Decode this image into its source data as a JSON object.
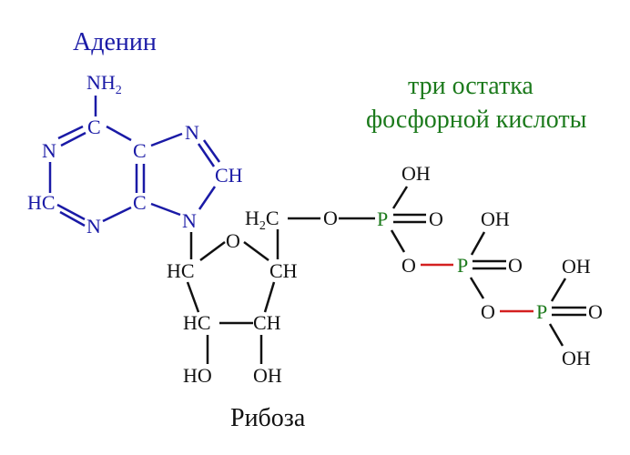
{
  "labels": {
    "adenine": "Аденин",
    "ribose": "Рибоза",
    "phosphate_line1": "три остатка",
    "phosphate_line2": "фосфорной кислоты"
  },
  "colors": {
    "adenine": "#1a1aa6",
    "ribose": "#111111",
    "phosphorus": "#1c7a1c",
    "high_energy_bond": "#d42020"
  },
  "adenine_atoms": {
    "nh2": "NH",
    "nh2_sub": "2",
    "c6": "C",
    "n1": "N",
    "c2": "HC",
    "n3": "N",
    "c4": "C",
    "c5": "C",
    "n7": "N",
    "c8": "CH",
    "n9": "N"
  },
  "ribose_atoms": {
    "h2c": "H",
    "h2c_sub": "2",
    "h2c_c": "C",
    "o_link": "O",
    "ring_o": "O",
    "c1": "HC",
    "c4": "CH",
    "c2": "HC",
    "c3": "CH",
    "oh2": "HO",
    "oh3": "OH"
  },
  "phosphates": [
    {
      "p": "P",
      "oh": "OH",
      "o_double": "O",
      "o_bridge": "O"
    },
    {
      "p": "P",
      "oh": "OH",
      "o_double": "O",
      "o_bridge": "O"
    },
    {
      "p": "P",
      "oh_top": "OH",
      "o_double": "O",
      "oh_bottom": "OH"
    }
  ]
}
